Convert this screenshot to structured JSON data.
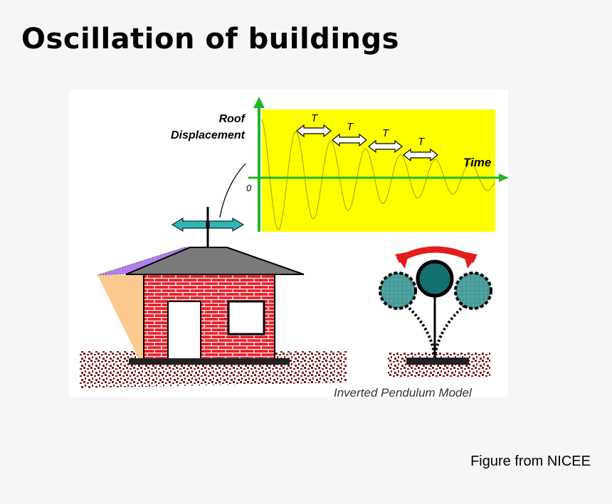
{
  "slide": {
    "title": "Oscillation of buildings",
    "credit": "Figure from NICEE"
  },
  "figure": {
    "ylabel_line1": "Roof",
    "ylabel_line2": "Displacement",
    "xlabel": "Time",
    "origin_label": "0",
    "period_label": "T",
    "pendulum_caption": "Inverted Pendulum Model"
  },
  "colors": {
    "plot_background": "#ffff00",
    "axes": "#22b722",
    "wave": "#cfcf00",
    "roof_arrow": "#2fb5b5",
    "wall": "#e8202a",
    "roof": "#7a7a7a",
    "pendulum_bob": "#12706e",
    "swing_arrow": "#e41c1c"
  }
}
